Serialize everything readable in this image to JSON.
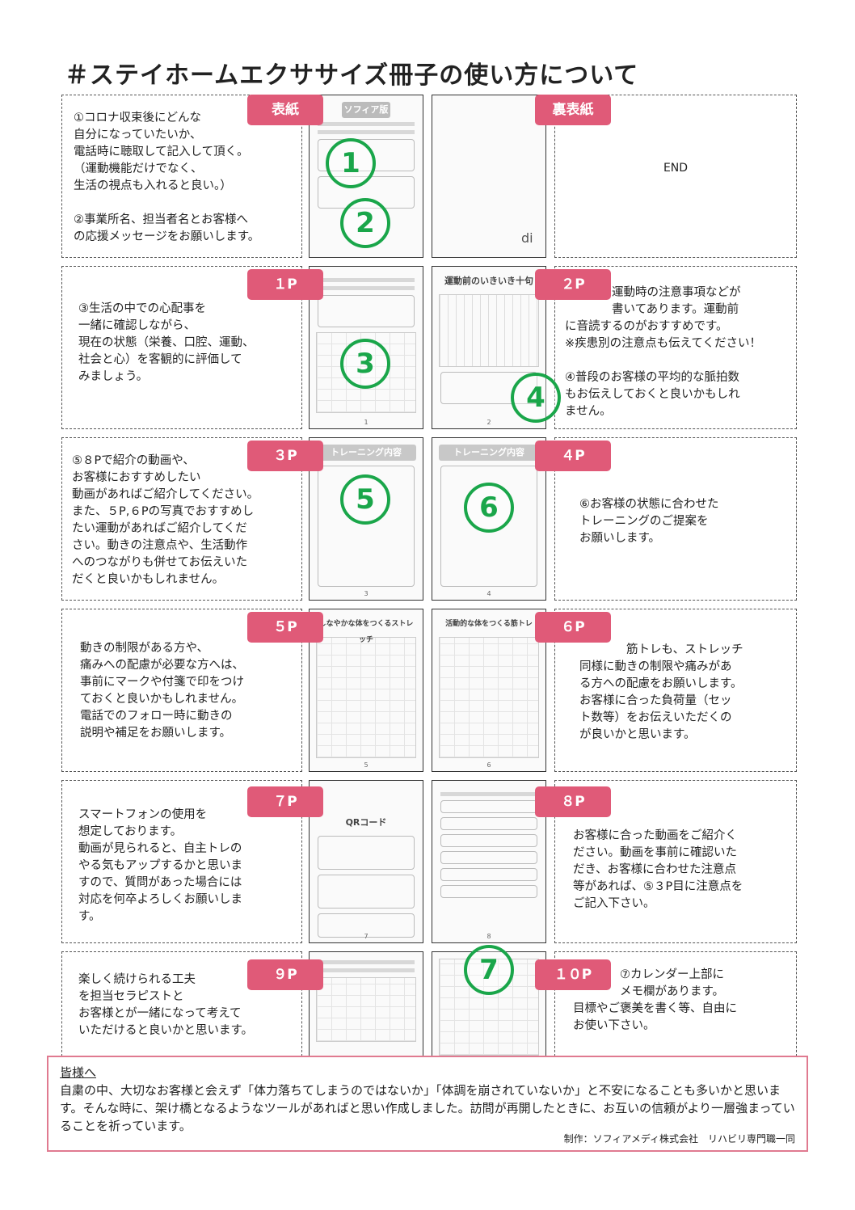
{
  "title": "＃ステイホームエクササイズ冊子の使い方について",
  "rows": [
    {
      "left_badge": "表紙",
      "right_badge": "裏表紙",
      "left_text": "①コロナ収束後にどんな\n自分になっていたいか、\n電話時に聴取して記入して頂く。\n（運動機能だけでなく、\n生活の視点も入れると良い。）\n\n②事業所名、担当者名とお客様へ\nの応援メッセージをお願いします。",
      "right_text": "END",
      "page1_head": "ソフィア版",
      "page2_head": "",
      "circles": [
        "1",
        "2"
      ]
    },
    {
      "left_badge": "１P",
      "right_badge": "２P",
      "left_text": "③生活の中での心配事を\n一緒に確認しながら、\n現在の状態（栄養、口腔、運動、\n社会と心）を客観的に評価して\nみましょう。",
      "right_text": "　　　　運動時の注意事項などが\n　　　　書いてあります。運動前\nに音読するのがおすすめです。\n※疾患別の注意点も伝えてください！\n\n④普段のお客様の平均的な脈拍数\nもお伝えしておくと良いかもしれ\nません。",
      "page1_head": "",
      "page2_head": "運動前のいきいき十句",
      "circles": [
        "3",
        "4"
      ]
    },
    {
      "left_badge": "３P",
      "right_badge": "４P",
      "left_text": "⑤８Pで紹介の動画や、\nお客様におすすめしたい\n動画があればご紹介してください。\nまた、５P,６Pの写真でおすすめし\nたい運動があればご紹介してくだ\nさい。動きの注意点や、生活動作\nへのつながりも併せてお伝えいた\nだくと良いかもしれません。",
      "right_text": "⑥お客様の状態に合わせた\nトレーニングのご提案を\nお願いします。",
      "page1_head": "トレーニング内容",
      "page2_head": "トレーニング内容",
      "circles": [
        "5",
        "6"
      ]
    },
    {
      "left_badge": "５P",
      "right_badge": "６P",
      "left_text": "動きの制限がある方や、\n痛みへの配慮が必要な方へは、\n事前にマークや付箋で印をつけ\nておくと良いかもしれません。\n電話でのフォロー時に動きの\n説明や補足をお願いします。",
      "right_text": "　　　　筋トレも、ストレッチ\n同様に動きの制限や痛みがあ\nる方への配慮をお願いします。\nお客様に合った負荷量（セッ\nト数等）をお伝えいただくの\nが良いかと思います。",
      "page1_head": "しなやかな体をつくるストレッチ",
      "page2_head": "活動的な体をつくる筋トレ",
      "circles": []
    },
    {
      "left_badge": "７P",
      "right_badge": "８P",
      "left_text": "スマートフォンの使用を\n想定しております。\n動画が見られると、自主トレの\nやる気もアップするかと思いま\nすので、質問があった場合には\n対応を何卒よろしくお願いしま\nす。",
      "right_text": "お客様に合った動画をご紹介く\nださい。動画を事前に確認いた\nだき、お客様に合わせた注意点\n等があれば、⑤３P目に注意点を\nご記入下さい。",
      "page1_head": "QRコード",
      "page2_head": "",
      "circles": []
    },
    {
      "left_badge": "９P",
      "right_badge": "１０P",
      "left_text": "楽しく続けられる工夫\nを担当セラピストと\nお客様とが一緒になって考えて\nいただけると良いかと思います。",
      "right_text": "　　　　⑦カレンダー上部に\n　　　　メモ欄があります。\n目標やご褒美を書く等、自由に\nお使い下さい。",
      "page1_head": "",
      "page2_head": "",
      "circles": [
        "7"
      ]
    }
  ],
  "footer": {
    "heading": "皆様へ",
    "body": "自粛の中、大切なお客様と会えず「体力落ちてしまうのではないか」「体調を崩されていないか」と不安になることも多いかと思います。そんな時に、架け橋となるようなツールがあればと思い作成しました。訪問が再開したときに、お互いの信頼がより一層強まっていることを祈っています。",
    "credit": "制作：ソフィアメディ株式会社　リハビリ専門職一同"
  },
  "colors": {
    "badge": "#e05a78",
    "circle": "#1aa64a"
  }
}
